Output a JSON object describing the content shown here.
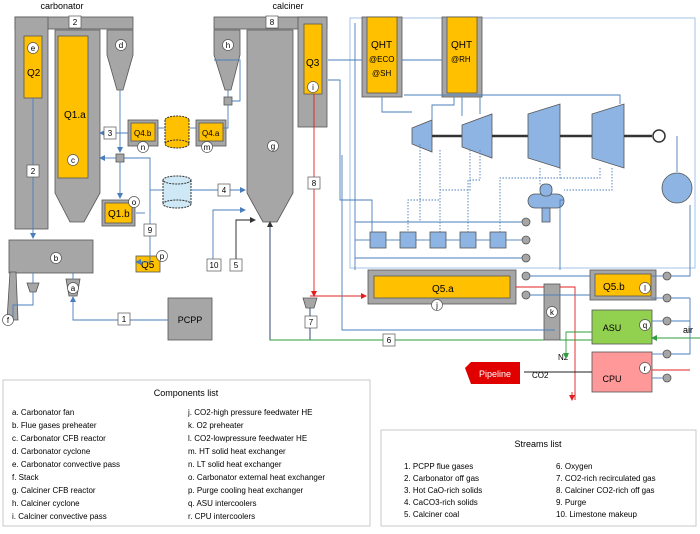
{
  "titles": {
    "carbonator": "carbonator",
    "calciner": "calciner"
  },
  "heat": {
    "q2": "Q2",
    "q1a": "Q1.a",
    "q1b": "Q1.b",
    "q3": "Q3",
    "q4a": "Q4.a",
    "q4b": "Q4.b",
    "q5": "Q5",
    "q5a": "Q5.a",
    "q5b": "Q5.b",
    "qht_eco_line1": "QHT",
    "qht_eco_line2": "@ECO",
    "qht_eco_line3": "@SH",
    "qht_rh_line1": "QHT",
    "qht_rh_line2": "@RH"
  },
  "components": {
    "pcpp": "PCPP",
    "asu": "ASU",
    "cpu": "CPU",
    "pipeline": "Pipeline"
  },
  "chemicals": {
    "n2": "N2",
    "co2": "CO2",
    "air": "air"
  },
  "component_letters": [
    "a",
    "b",
    "c",
    "d",
    "e",
    "f",
    "g",
    "h",
    "i",
    "j",
    "k",
    "l",
    "m",
    "n",
    "o",
    "p",
    "q",
    "r"
  ],
  "stream_numbers": [
    "1",
    "2",
    "3",
    "4",
    "5",
    "6",
    "7",
    "8",
    "9",
    "10"
  ],
  "components_list": {
    "title": "Components list",
    "items": [
      "a.   Carbonator fan",
      "b.   Flue gases preheater",
      "c.   Carbonator CFB reactor",
      "d.   Carbonator cyclone",
      "e.   Carbonator convective pass",
      "f.   Stack",
      "g.   Calciner CFB reactor",
      "h.   Calciner cyclone",
      "i.   Calciner convective pass",
      "j.   CO2-high pressure feedwater HE",
      "k.   O2 preheater",
      "l.   CO2-lowpressure feedwater HE",
      "m.  HT solid heat exchanger",
      "n.   LT solid heat exchanger",
      "o.   Carbonator external heat exchanger",
      "p.   Purge cooling heat exchanger",
      "q.   ASU intercoolers",
      "r.   CPU intercoolers"
    ]
  },
  "streams_list": {
    "title": "Streams list",
    "items": [
      "1.   PCPP flue gases",
      "2.   Carbonator off gas",
      "3.   Hot CaO-rich  solids",
      "4.   CaCO3-rich solids",
      "5.   Calciner coal",
      "6.      Oxygen",
      "7.   CO2-rich recirculated gas",
      "8.   Calciner CO2-rich off gas",
      "9.   Purge",
      "10.  Limestone makeup"
    ]
  },
  "colors": {
    "heat_exchanger": "#ffc000",
    "gray_equipment": "#a6a6a6",
    "turbine": "#8eb4e3",
    "asu_green": "#92d050",
    "cpu_pink": "#ff9999",
    "pipeline_red": "#e00000",
    "blue_line": "#4a7ebb",
    "red_line": "#e02020",
    "green_line": "#2e9e3e",
    "dark_line": "#1f3864"
  }
}
